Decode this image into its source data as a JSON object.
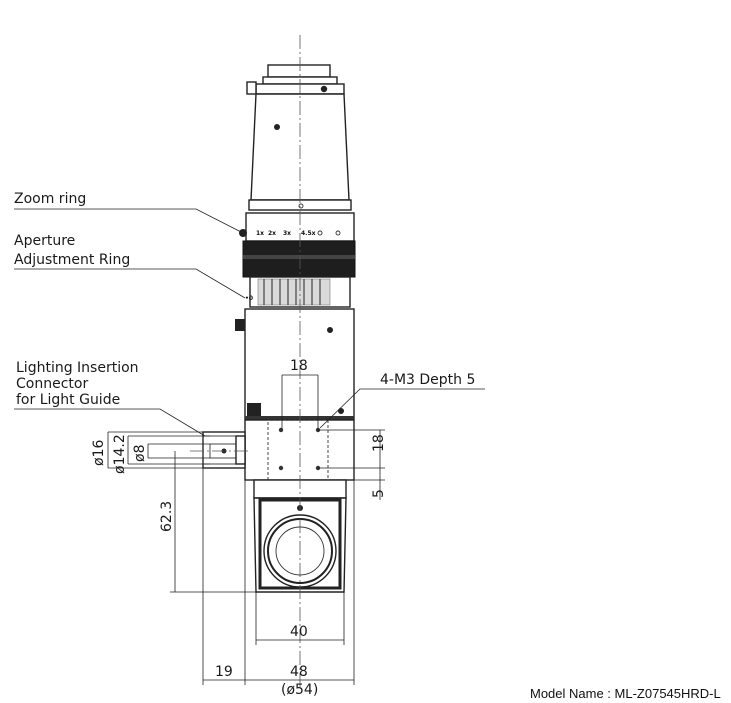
{
  "callouts": {
    "zoom_ring": "Zoom ring",
    "aperture_line1": "Aperture",
    "aperture_line2": "Adjustment Ring",
    "lighting_line1": "Lighting Insertion",
    "lighting_line2": "Connector",
    "lighting_line3": "for Light Guide",
    "tapped_holes": "4-M3 Depth 5"
  },
  "zoom_marks": [
    "1x",
    "2x",
    "3x",
    "4.5x"
  ],
  "aperture_mark": "•0",
  "dimensions": {
    "top_18": "18",
    "right_18": "18",
    "right_5": "5",
    "dia_16": "ø16",
    "dia_14_2": "ø14.2",
    "dia_8": "ø8",
    "height_62_3": "62.3",
    "width_40": "40",
    "width_19": "19",
    "width_48": "48",
    "dia_54": "(ø54)"
  },
  "model_name": "Model Name : ML-Z07545HRD-L"
}
